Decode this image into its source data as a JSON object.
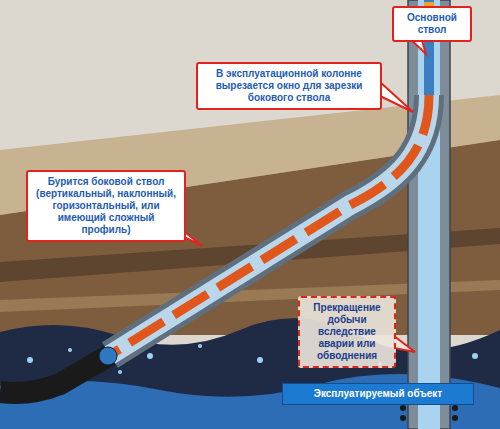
{
  "diagram": {
    "nodes": [
      {
        "text": [
          "Основной ствол"
        ]
      },
      {
        "text": [
          "В эксплуатационной колонне вырезается окно для зарезки бокового ствола"
        ]
      },
      {
        "text": [
          "Бурится боковой ствол (вертикальный, наклонный, горизонтальный, или имеющий сложный профиль)"
        ]
      },
      {
        "text": [
          "Прекращение добычи вследствие аварии или обводнения"
        ]
      },
      {
        "text": [
          "Эксплуатируемый объект"
        ]
      }
    ]
  }
}
